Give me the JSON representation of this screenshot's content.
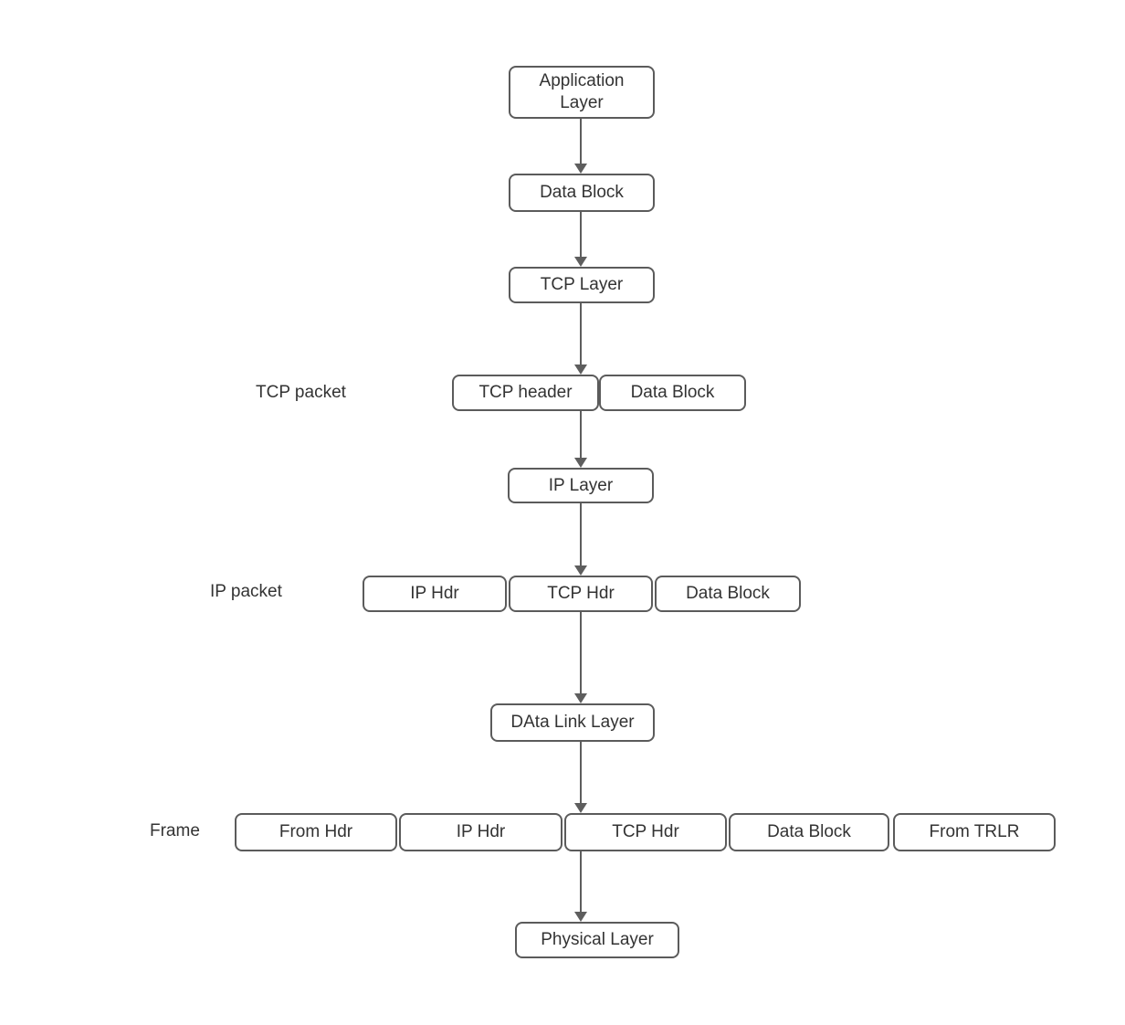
{
  "colors": {
    "box_border": "#5b5b5b",
    "text": "#333333",
    "arrow": "#5e5e5e",
    "background": "#ffffff"
  },
  "stack": {
    "application_layer": {
      "label": "Application Layer"
    },
    "data_block": {
      "label": "Data Block"
    },
    "tcp_layer": {
      "label": "TCP Layer"
    },
    "ip_layer": {
      "label": "IP Layer"
    },
    "data_link_layer": {
      "label": "DAta Link Layer"
    },
    "physical_layer": {
      "label": "Physical Layer"
    }
  },
  "tcp_packet": {
    "caption": "TCP packet",
    "segments": [
      {
        "label": "TCP header"
      },
      {
        "label": "Data Block"
      }
    ]
  },
  "ip_packet": {
    "caption": "IP packet",
    "segments": [
      {
        "label": "IP Hdr"
      },
      {
        "label": "TCP Hdr"
      },
      {
        "label": "Data Block"
      }
    ]
  },
  "frame": {
    "caption": "Frame",
    "segments": [
      {
        "label": "From Hdr"
      },
      {
        "label": "IP Hdr"
      },
      {
        "label": "TCP Hdr"
      },
      {
        "label": "Data Block"
      },
      {
        "label": "From TRLR"
      }
    ]
  }
}
